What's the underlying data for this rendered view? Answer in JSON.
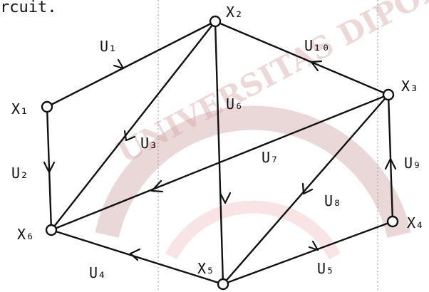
{
  "header": {
    "text": "rcuit."
  },
  "watermark": {
    "text": "UNIVERSITAS DIPONEGORO"
  },
  "colors": {
    "ink": "#111111",
    "watermark": "#d8a9a9"
  },
  "nodes": [
    {
      "id": "x1",
      "label": "X₁"
    },
    {
      "id": "x2",
      "label": "X₂"
    },
    {
      "id": "x3",
      "label": "X₃"
    },
    {
      "id": "x4",
      "label": "X₄"
    },
    {
      "id": "x5",
      "label": "X₅"
    },
    {
      "id": "x6",
      "label": "X₆"
    }
  ],
  "edges": [
    {
      "id": "u1",
      "label": "U₁",
      "from": "x1",
      "to": "x2"
    },
    {
      "id": "u2",
      "label": "U₂",
      "from": "x1",
      "to": "x6"
    },
    {
      "id": "u3",
      "label": "U₃",
      "from": "x2",
      "to": "x6"
    },
    {
      "id": "u4",
      "label": "U₄",
      "from": "x5",
      "to": "x6"
    },
    {
      "id": "u5",
      "label": "U₅",
      "from": "x5",
      "to": "x4"
    },
    {
      "id": "u6",
      "label": "U₆",
      "from": "x2",
      "to": "x5"
    },
    {
      "id": "u7",
      "label": "U₇",
      "from": "x3",
      "to": "x6"
    },
    {
      "id": "u8",
      "label": "U₈",
      "from": "x3",
      "to": "x5"
    },
    {
      "id": "u9",
      "label": "U₉",
      "from": "x4",
      "to": "x3"
    },
    {
      "id": "u10",
      "label": "U₁₀",
      "from": "x3",
      "to": "x2"
    }
  ]
}
